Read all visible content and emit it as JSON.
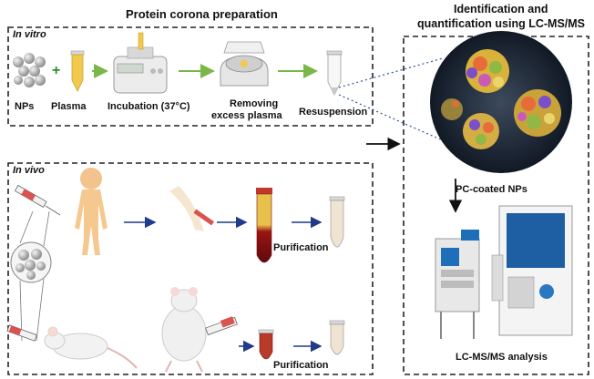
{
  "titles": {
    "pc_prep": "Protein corona preparation",
    "ident_line1": "Identification and",
    "ident_line2": "quantification using LC-MS/MS"
  },
  "in_vitro": {
    "label": "In vitro",
    "steps": {
      "nps": "NPs",
      "plasma": "Plasma",
      "incubation": "Incubation (37°C)",
      "removing_line1": "Removing",
      "removing_line2": "excess plasma",
      "resuspension": "Resuspension"
    }
  },
  "in_vivo": {
    "label": "In vivo",
    "purification_top": "Purification",
    "purification_bottom": "Purification"
  },
  "analysis": {
    "pc_coated": "PC-coated NPs",
    "lcms": "LC-MS/MS analysis"
  },
  "colors": {
    "arrow_blue": "#1f3b8a",
    "arrow_green": "#7ab648",
    "plasma_yellow": "#f2c94c",
    "blood_red": "#7a1010"
  }
}
